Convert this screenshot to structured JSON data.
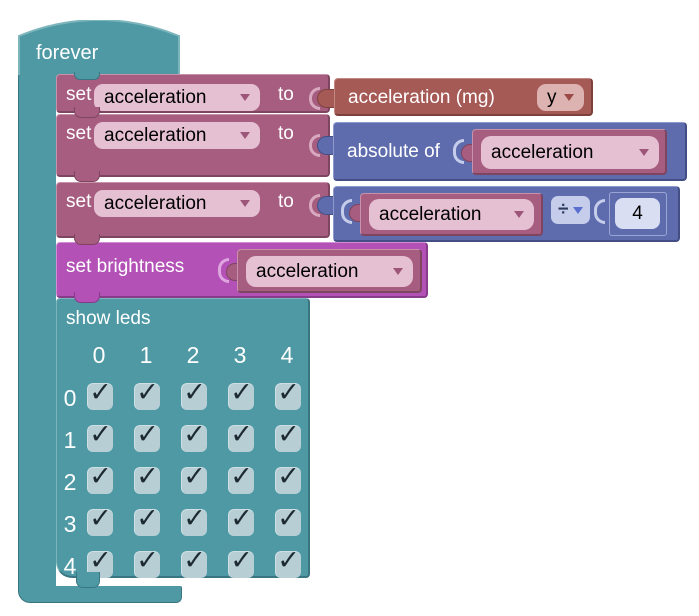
{
  "colors": {
    "loop_teal": "#4e99a4",
    "variables_rose": "#a65d80",
    "input_red": "#a65a56",
    "math_blue": "#5e6cae",
    "led_magenta": "#b351b6",
    "field_pink": "#e5c0d2",
    "field_red": "#dcb3b0",
    "field_lavender": "#c5cdea",
    "field_number": "#d9def3",
    "checkbox_bg": "#b7ced5",
    "background": "#ffffff"
  },
  "forever": {
    "label": "forever"
  },
  "set_rows": [
    {
      "set_label": "set",
      "variable": "acceleration",
      "to_label": "to"
    },
    {
      "set_label": "set",
      "variable": "acceleration",
      "to_label": "to"
    },
    {
      "set_label": "set",
      "variable": "acceleration",
      "to_label": "to"
    }
  ],
  "acceleration_block": {
    "label": "acceleration (mg)",
    "axis": "y"
  },
  "absolute_block": {
    "label": "absolute of",
    "variable": "acceleration"
  },
  "arithmetic_block": {
    "variable": "acceleration",
    "operator": "÷",
    "value": "4"
  },
  "brightness_block": {
    "label": "set brightness",
    "variable": "acceleration"
  },
  "show_leds_block": {
    "label": "show leds",
    "col_labels": [
      "0",
      "1",
      "2",
      "3",
      "4"
    ],
    "row_labels": [
      "0",
      "1",
      "2",
      "3",
      "4"
    ],
    "check_glyph": "✓",
    "grid": [
      [
        true,
        true,
        true,
        true,
        true
      ],
      [
        true,
        true,
        true,
        true,
        true
      ],
      [
        true,
        true,
        true,
        true,
        true
      ],
      [
        true,
        true,
        true,
        true,
        true
      ],
      [
        true,
        true,
        true,
        true,
        true
      ]
    ]
  }
}
